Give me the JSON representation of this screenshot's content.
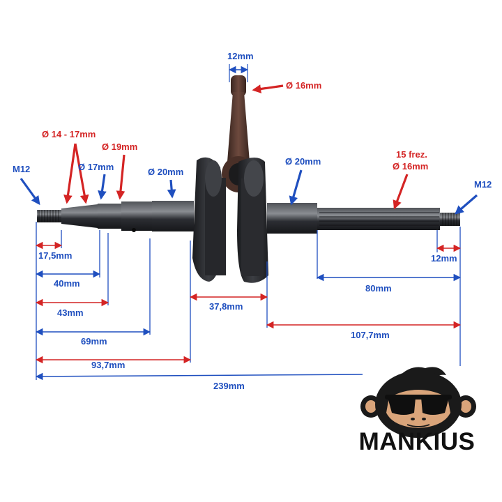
{
  "callouts": {
    "m12_left": "M12",
    "dia_14_17": "Ø 14 - 17mm",
    "dia_19": "Ø 19mm",
    "dia_17": "Ø 17mm",
    "dia_20_left": "Ø 20mm",
    "dia_20_right": "Ø 20mm",
    "rod_width": "12mm",
    "rod_dia": "Ø 16mm",
    "spline_count": "15 frez.",
    "spline_dia": "Ø 16mm",
    "m12_right": "M12"
  },
  "dimensions": {
    "d_17_5": "17,5mm",
    "d_40": "40mm",
    "d_43": "43mm",
    "d_69": "69mm",
    "d_93_7": "93,7mm",
    "d_239": "239mm",
    "d_37_8": "37,8mm",
    "d_80": "80mm",
    "d_12": "12mm",
    "d_107_7": "107,7mm"
  },
  "brand": {
    "name": "MANKIUS"
  },
  "colors": {
    "blue": "#1f4fbf",
    "red": "#d42424",
    "steel": "#2b2d31",
    "rod": "#5a3a30"
  }
}
